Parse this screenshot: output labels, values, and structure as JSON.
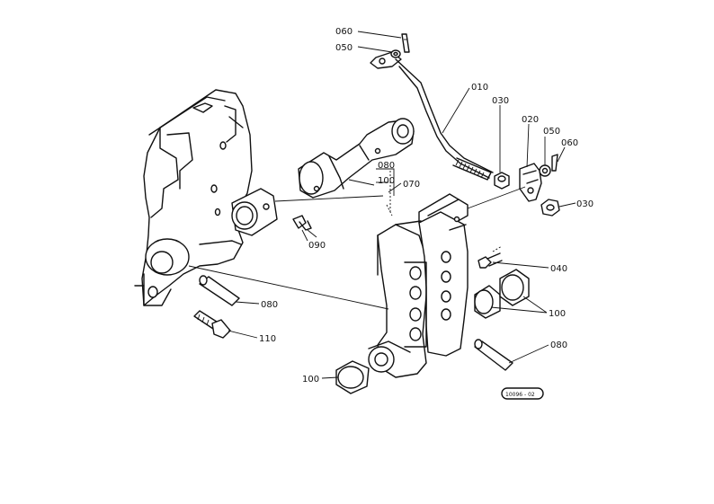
{
  "diagram": {
    "labels": {
      "p060_top": "060",
      "p050_top": "050",
      "p010": "010",
      "p030_top": "030",
      "p020": "020",
      "p050_right": "050",
      "p060_right": "060",
      "p030_right": "030",
      "p080_mid": "080",
      "p100_mid": "100",
      "p070": "070",
      "p090": "090",
      "p040": "040",
      "p080_left": "080",
      "p100_right": "100",
      "p110": "110",
      "p080_bottom": "080",
      "p100_left": "100"
    },
    "reference": "10096 - 02"
  }
}
